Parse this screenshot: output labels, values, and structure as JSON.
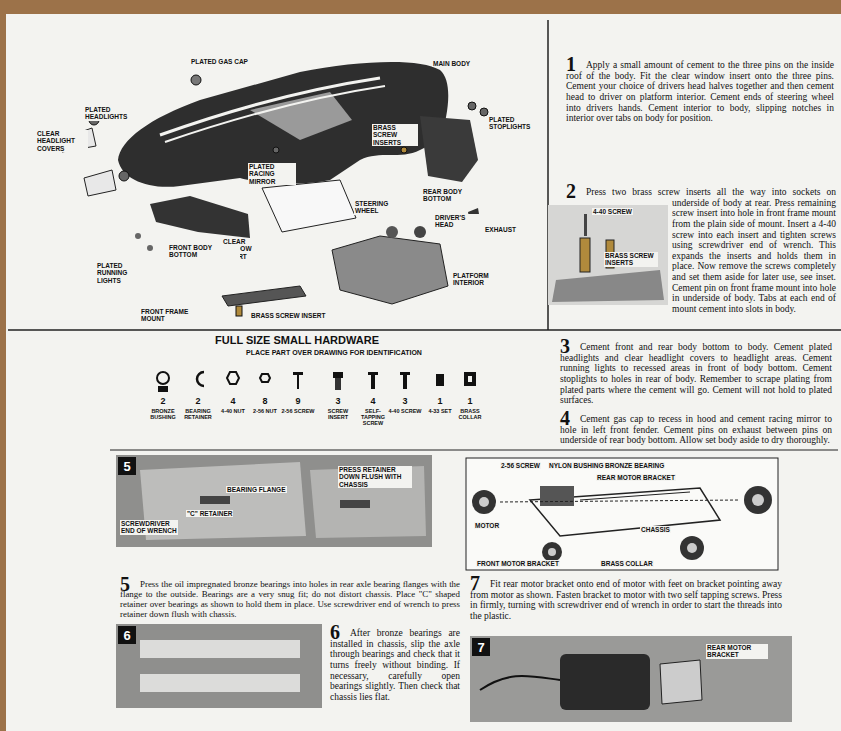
{
  "diagram": {
    "nodes": [
      {
        "text": [
          "5"
        ]
      },
      {
        "text": [
          "6"
        ]
      },
      {
        "text": [
          "7"
        ]
      }
    ],
    "labels": [
      "PLATED GAS CAP",
      "MAIN BODY",
      "CLEAR HEADLIGHT COVERS",
      "PLATED HEADLIGHTS",
      "PLATED RACING MIRROR",
      "BRASS SCREW INSERTS",
      "PLATED STOPLIGHTS",
      "REAR BODY BOTTOM",
      "EXHAUST",
      "CLEAR WINDOW INSERT",
      "STEERING WHEEL",
      "DRIVER'S HEAD",
      "FRONT BODY BOTTOM",
      "PLATED RUNNING LIGHTS",
      "PLATFORM INTERIOR",
      "FRONT FRAME MOUNT",
      "BRASS SCREW INSERT",
      "1",
      "Apply a small amount of cement to the three pins on the inside roof of the body. Fit the clear window insert onto the three pins. Cement your choice of drivers head halves together and then cement head to driver on platform interior. Cement ends of steering wheel into drivers hands. Cement interior to body, slipping notches in interior over tabs on body for position.",
      "2",
      "Press two brass screw inserts all the way into sockets on underside of body at rear. Press remaining screw insert into hole in front frame mount from the plain side of mount. Insert a 4-40 screw into each insert and tighten screws using screwdriver end of wrench. This expands the inserts and holds them in place. Now remove the screws completely and set them aside for later use, see inset. Cement pin on front frame mount into hole in underside of body. Tabs at each end of mount cement into slots in body.",
      "4-40 SCREW",
      "BRASS SCREW INSERTS",
      "FULL SIZE SMALL HARDWARE",
      "PLACE PART OVER DRAWING FOR IDENTIFICATION",
      "2",
      "BRONZE BUSHING",
      "2",
      "BEARING RETAINER",
      "4",
      "4-40 NUT",
      "8",
      "2-56 NUT",
      "9",
      "2-56 SCREW",
      "3",
      "SCREW INSERT",
      "4",
      "SELF-TAPPING SCREW",
      "3",
      "4-40 SCREW",
      "1",
      "4-33 SET",
      "1",
      "BRASS COLLAR",
      "3",
      "Cement front and rear body bottom to body. Cement plated headlights and clear headlight covers to headlight areas. Cement running lights to recessed areas in front of body bottom. Cement stoplights to holes in rear of body. Remember to scrape plating from plated parts where the cement will go. Cement will not hold to plated surfaces.",
      "4",
      "Cement gas cap to recess in hood and cement racing mirror to hole in left front fender. Cement pins on exhaust between pins on underside of rear body bottom. Allow set body aside to dry thoroughly.",
      "BEARING FLANGE",
      "PRESS RETAINER DOWN FLUSH WITH CHASSIS",
      "\"C\" RETAINER",
      "SCREWDRIVER END OF WRENCH",
      "5",
      "Press the oil impregnated bronze bearings into holes in rear axle bearing flanges with the flange to the outside. Bearings are a very snug fit; do not distort chassis. Place \"C\" shaped retainer over bearings as shown to hold them in place. Use screwdriver end of wrench to press retainer down flush with chassis.",
      "6",
      "After bronze bearings are installed in chassis, slip the axle through bearings and check that it turns freely without binding. If necessary, carefully open bearings slightly. Then check that chassis lies flat.",
      "7",
      "Fit rear motor bracket onto end of motor with feet on bracket pointing away from motor as shown. Fasten bracket to motor with two self tapping screws. Press in firmly, turning with screwdriver end of wrench in order to start the threads into the plastic.",
      "2-56 SCREW",
      "NYLON BUSHING",
      "BRONZE BEARING",
      "REAR MOTOR BRACKET",
      "MOTOR",
      "FRONT MOTOR BRACKET",
      "BRASS COLLAR",
      "CHASSIS",
      "REAR MOTOR BRACKET"
    ]
  }
}
